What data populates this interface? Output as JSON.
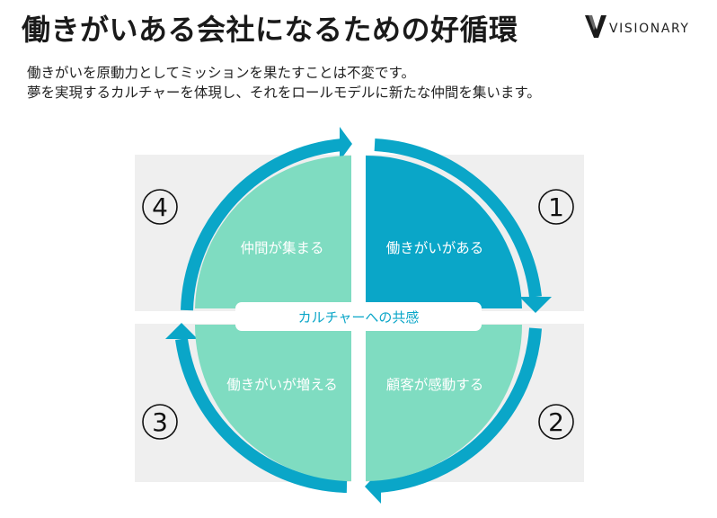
{
  "header": {
    "title": "働きがいある会社になるための好循環",
    "logo_text": "VISIONARY"
  },
  "intro": {
    "line1": "働きがいを原動力としてミッションを果たすことは不変です。",
    "line2": "夢を実現するカルチャーを体現し、それをロールモデルに新たな仲間を集います。"
  },
  "cycle": {
    "center_label": "カルチャーへの共感",
    "quadrants": [
      {
        "number": "1",
        "label": "働きがいがある"
      },
      {
        "number": "2",
        "label": "顧客が感動する"
      },
      {
        "number": "3",
        "label": "働きがいが増える"
      },
      {
        "number": "4",
        "label": "仲間が集まる"
      }
    ]
  },
  "colors": {
    "accent_blue": "#0aa6c8",
    "mint": "#7fdcc1",
    "panel_gray": "#efefef",
    "ring": "#0aa6c8"
  }
}
